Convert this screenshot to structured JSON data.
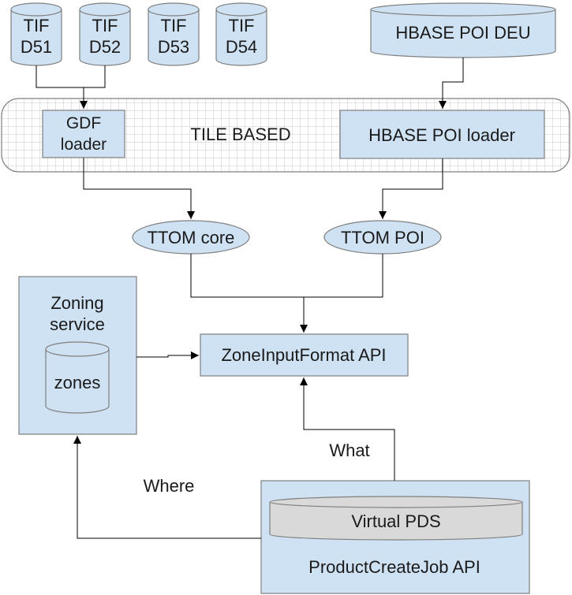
{
  "colors": {
    "box_fill": "#cfe2f3",
    "stroke": "#7f7f7f",
    "grid": "#c9c9c9",
    "line": "#000000"
  },
  "tif_stores": [
    {
      "line1": "TIF",
      "line2": "D51"
    },
    {
      "line1": "TIF",
      "line2": "D52"
    },
    {
      "line1": "TIF",
      "line2": "D53"
    },
    {
      "line1": "TIF",
      "line2": "D54"
    }
  ],
  "hbase_store": "HBASE POI DEU",
  "tile_region_label": "TILE BASED",
  "gdf_loader": {
    "line1": "GDF",
    "line2": "loader"
  },
  "hbase_loader": "HBASE POI loader",
  "ttom_core": "TTOM core",
  "ttom_poi": "TTOM POI",
  "zoning_service": {
    "line1": "Zoning",
    "line2": "service",
    "store": "zones"
  },
  "zone_input_format": "ZoneInputFormat API",
  "label_what": "What",
  "label_where": "Where",
  "product_create_job": {
    "store": "Virtual PDS",
    "label": "ProductCreateJob API"
  }
}
